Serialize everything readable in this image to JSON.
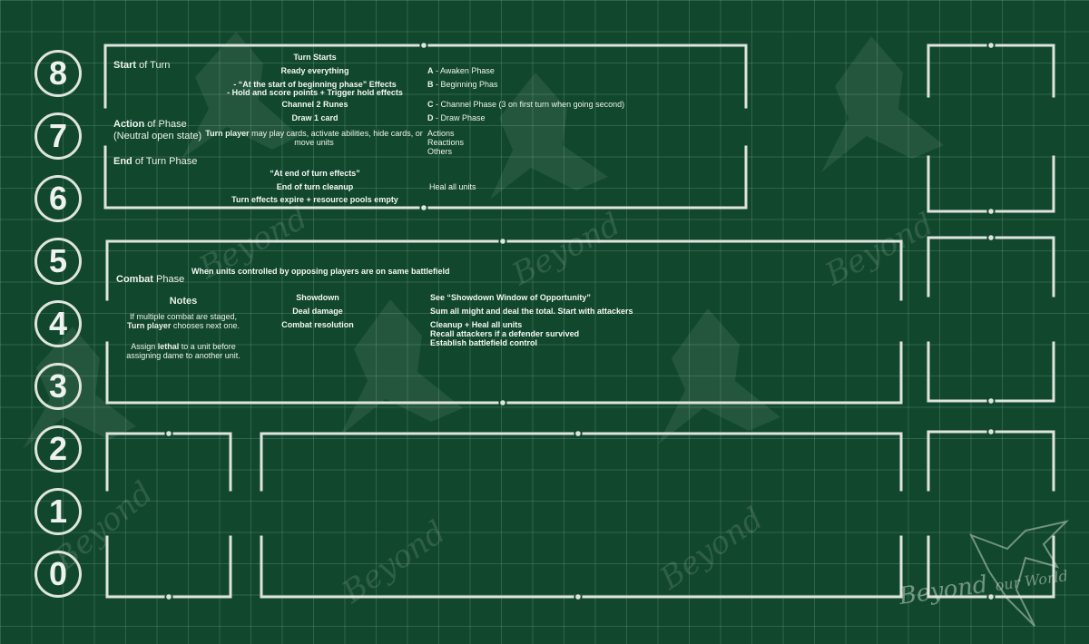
{
  "counters": [
    "8",
    "7",
    "6",
    "5",
    "4",
    "3",
    "2",
    "1",
    "0"
  ],
  "turn_section": {
    "start_heading": {
      "bold": "Start",
      "rest": " of Turn"
    },
    "action_heading": {
      "bold": "Action",
      "rest": " of Phase"
    },
    "action_sub": "(Neutral open state)",
    "end_heading": {
      "bold": "End",
      "rest": " of Turn Phase"
    },
    "steps": {
      "turn_starts": "Turn Starts",
      "ready": "Ready everything",
      "start_effects": "- “At the start of beginning phase” Effects",
      "hold": "- Hold and score points + Trigger hold effects",
      "channel": "Channel 2 Runes",
      "draw": "Draw 1 card",
      "turn_player": "Turn player",
      "turn_player_rest": " may play cards, activate abilities, hide cards, or",
      "turn_player_rest2": "move units",
      "end_effects": "“At end of turn effects”",
      "cleanup": "End of turn cleanup",
      "expire": "Turn effects expire + resource pools empty"
    },
    "phases": {
      "a_letter": "A",
      "a_text": " - Awaken Phase",
      "b_letter": "B",
      "b_text": " - Beginning Phas",
      "c_letter": "C",
      "c_text": " - Channel Phase (3 on first turn when going second)",
      "d_letter": "D",
      "d_text": " - Draw Phase",
      "actions": "Actions",
      "reactions": "Reactions",
      "others": "Others",
      "heal": "Heal all units"
    }
  },
  "combat_section": {
    "heading": {
      "bold": "Combat",
      "rest": " Phase"
    },
    "trigger": "When units controlled by opposing players are on same battlefield",
    "notes_title": "Notes",
    "note1a": "If multiple combat are staged,",
    "note1b_bold": "Turn player",
    "note1b_rest": " chooses next one.",
    "note2a_pre": "Assign ",
    "note2a_bold": "lethal",
    "note2a_post": " to a unit before",
    "note2b": "assigning dame to another unit.",
    "steps": {
      "showdown": "Showdown",
      "damage": "Deal damage",
      "resolution": "Combat resolution"
    },
    "results": {
      "showdown": "See “Showdown Window of Opportunity”",
      "damage": "Sum all might and deal the total. Start with attackers",
      "cleanup": "Cleanup + Heal all units",
      "recall": "Recall attackers if a defender survived",
      "control": "Establish battlefield control"
    }
  },
  "watermark": {
    "line1": "Beyond",
    "line2": "our World"
  },
  "colors": {
    "background": "#11472c",
    "lines": "#dfe4df",
    "grid": "#5d8a72"
  }
}
